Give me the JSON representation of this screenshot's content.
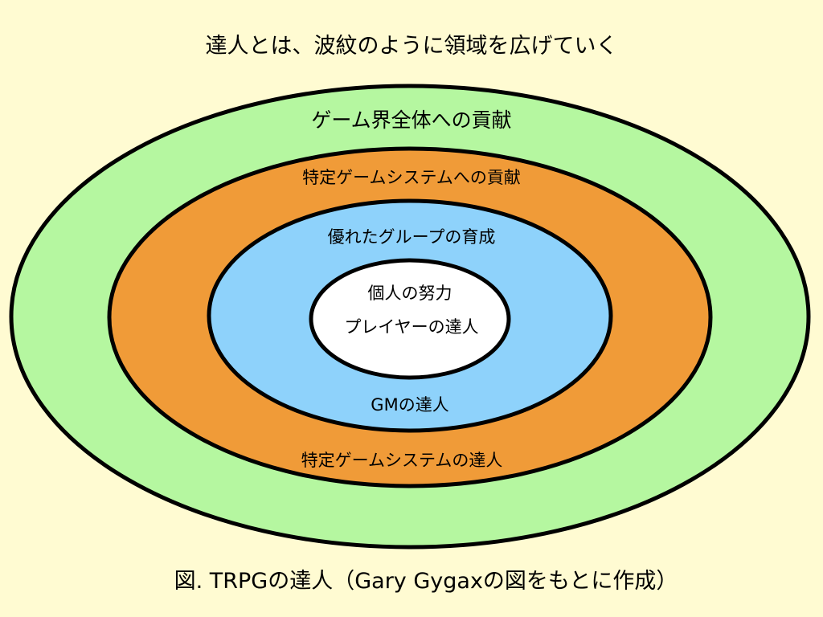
{
  "title": "達人とは、波紋のように領域を広げていく",
  "caption": "図. TRPGの達人（Gary Gygaxの図をもとに作成）",
  "rings": {
    "outer": {
      "color": "#b5f7a0",
      "top_label": "ゲーム界全体への貢献"
    },
    "second": {
      "color": "#f09b38",
      "top_label": "特定ゲームシステムへの貢献",
      "bottom_label": "特定ゲームシステムの達人"
    },
    "third": {
      "color": "#8ed2fb",
      "top_label": "優れたグループの育成",
      "bottom_label": "GMの達人"
    },
    "core": {
      "color": "#ffffff",
      "top_label": "個人の努力",
      "bottom_label": "プレイヤーの達人"
    }
  },
  "stroke_color": "#000000"
}
